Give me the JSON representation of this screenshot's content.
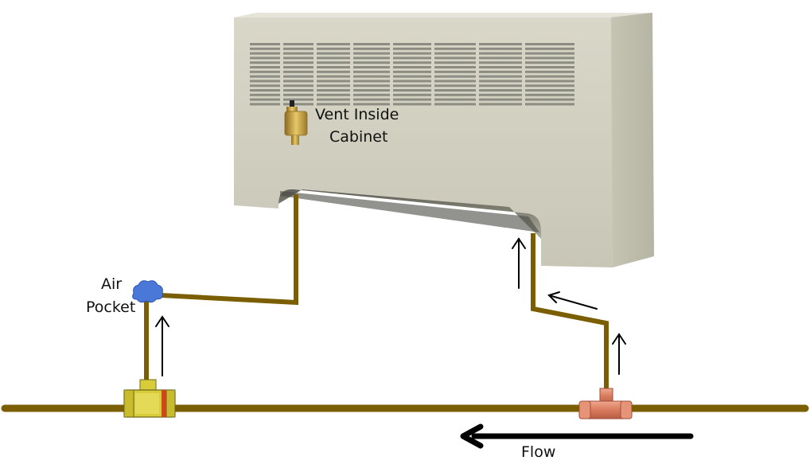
{
  "labels": {
    "vent_line1": "Vent Inside",
    "vent_line2": "Cabinet",
    "air_line1": "Air",
    "air_line2": "Pocket",
    "flow": "Flow"
  },
  "colors": {
    "pipe": "#7a5e00",
    "cabinet_front": "#d4d2c2",
    "cabinet_side": "#c2c0af",
    "cabinet_top": "#e4e2d6",
    "grille": "#8a8a80",
    "air_pocket": "#4a78d8",
    "valve": "#d8cc3a",
    "valve_band": "#e03c1e",
    "tee": "#e0876a",
    "vent_brass": "#c9a03a",
    "arrow": "#000000"
  },
  "icons": {
    "cabinet": "fan-coil-cabinet",
    "vent": "automatic-air-vent-icon",
    "valve": "flow-valve-icon",
    "tee": "copper-tee-fitting-icon",
    "air": "air-bubble-icon"
  }
}
